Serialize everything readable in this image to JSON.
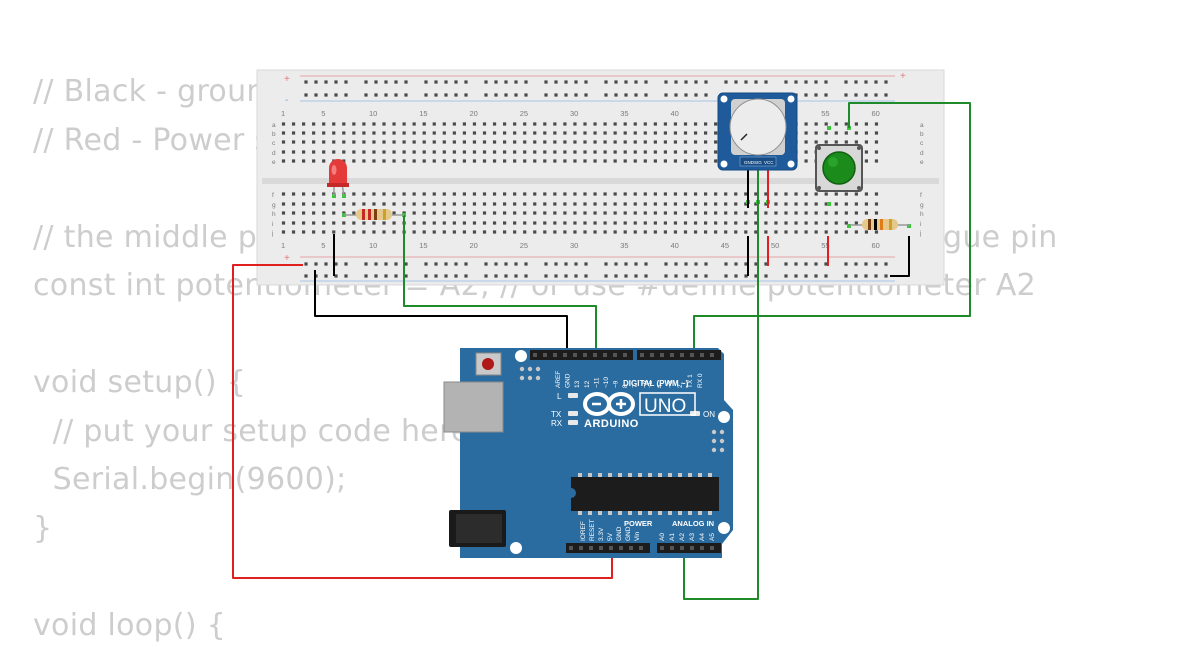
{
  "code_lines": [
    "// Black - ground",
    "// Red - Power supply",
    "",
    "// the middle pin of the potentiometer connects to an analogue pin",
    "const int potentiometer = A2; // or use #define potentiometer A2",
    "",
    "void setup() {",
    "  // put your setup code here",
    "  Serial.begin(9600);",
    "}",
    "",
    "void loop() {"
  ],
  "breadboard": {
    "column_numbers": [
      "1",
      "5",
      "10",
      "15",
      "20",
      "25",
      "30",
      "35",
      "40",
      "45",
      "50",
      "55",
      "60"
    ],
    "row_letters_top": [
      "a",
      "b",
      "c",
      "d",
      "e"
    ],
    "row_letters_bottom": [
      "f",
      "g",
      "h",
      "i",
      "j"
    ],
    "rail_plus": "+",
    "rail_minus": "-"
  },
  "potentiometer": {
    "pins": [
      "GND",
      "SIG",
      "VCC"
    ]
  },
  "arduino": {
    "brand": "ARDUINO",
    "model": "UNO",
    "digital_header_label": "DIGITAL (PWM ~)",
    "power_header_label": "POWER",
    "analog_header_label": "ANALOG IN",
    "led_labels": [
      "L",
      "TX",
      "RX"
    ],
    "on_label": "ON",
    "top_pin_labels": [
      "AREF",
      "GND",
      "13",
      "12",
      "~11",
      "~10",
      "~9",
      "8",
      "7",
      "~6",
      "~5",
      "4",
      "~3",
      "2",
      "TX 1",
      "RX 0"
    ],
    "power_pin_labels": [
      "IOREF",
      "RESET",
      "3.3V",
      "5V",
      "GND",
      "GND",
      "Vin"
    ],
    "analog_pin_labels": [
      "A0",
      "A1",
      "A2",
      "A3",
      "A4",
      "A5"
    ]
  },
  "wire_colors": {
    "ground": "#000000",
    "power": "#e02020",
    "signal": "#1e8a2a"
  }
}
